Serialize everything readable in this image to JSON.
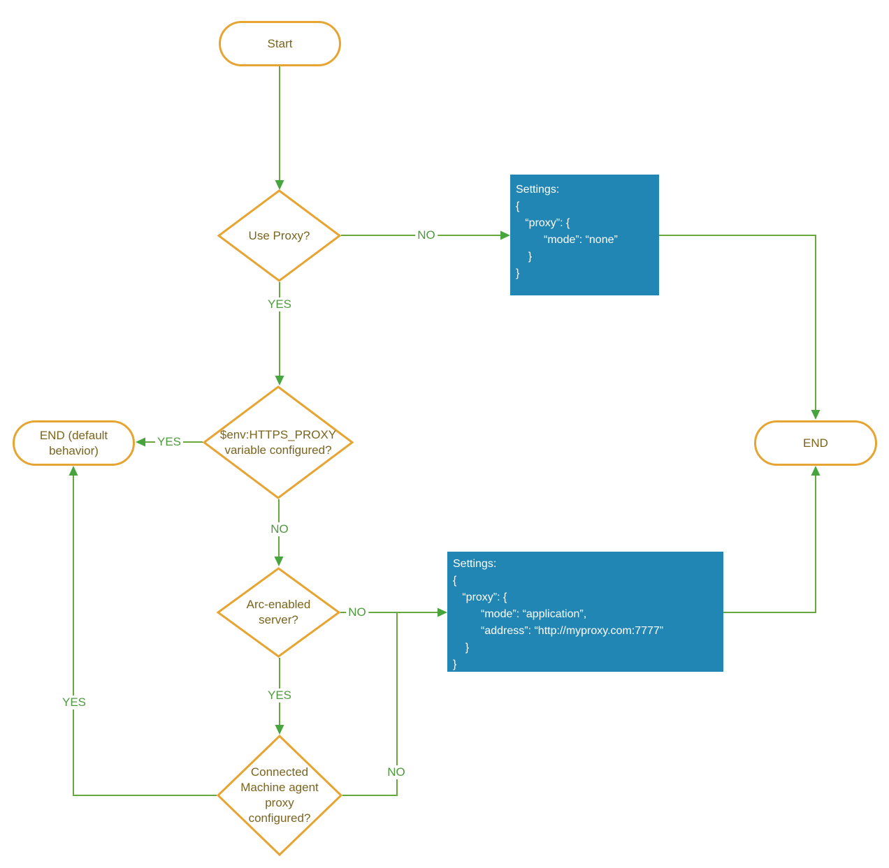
{
  "nodes": {
    "start": "Start",
    "use_proxy": "Use Proxy?",
    "https_proxy": "$env:HTTPS_PROXY variable configured?",
    "arc_enabled": "Arc-enabled server?",
    "connected_machine": "Connected Machine agent proxy configured?",
    "end_default": "END (default behavior)",
    "end": "END"
  },
  "settings_none": {
    "lines": [
      "Settings:",
      "{",
      "   “proxy”: {",
      "         “mode”: “none”",
      "    }",
      "}"
    ]
  },
  "settings_application": {
    "lines": [
      "Settings:",
      "{",
      "   “proxy”: {",
      "         “mode”: “application”,",
      "         “address”: “http://myproxy.com:7777”",
      "    }",
      "}"
    ]
  },
  "labels": {
    "use_proxy_no": "NO",
    "use_proxy_yes": "YES",
    "https_yes": "YES",
    "https_no": "NO",
    "arc_no": "NO",
    "arc_yes": "YES",
    "machine_no": "NO",
    "machine_yes": "YES"
  },
  "colors": {
    "node-border": "#E6A432",
    "node-text": "#7A641E",
    "line-green": "#66A83C",
    "arrow-green": "#48A43C",
    "label-green": "#4D9A3C",
    "box-blue": "#2186B4",
    "box-text": "#FFFFFF"
  }
}
